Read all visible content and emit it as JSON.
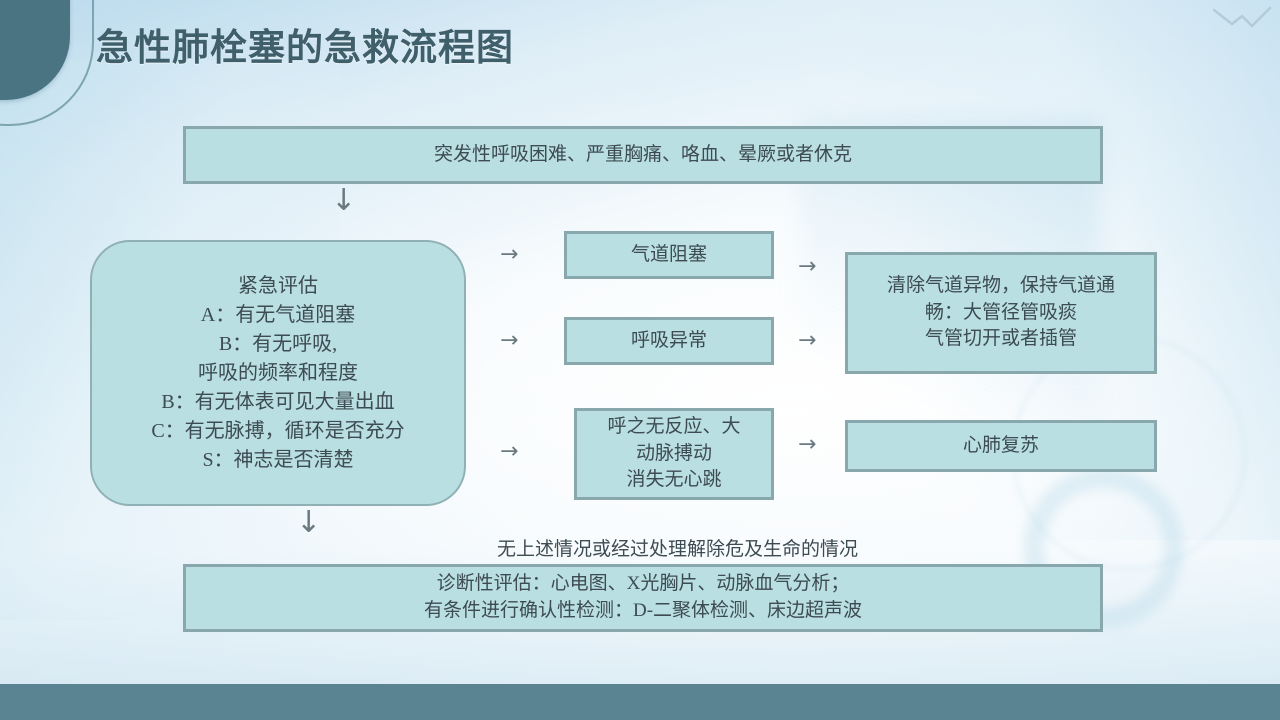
{
  "slide": {
    "title": "急性肺栓塞的急救流程图",
    "accent_dark": "#4a7482",
    "accent_bar": "#5a8492",
    "box_fill": "#b9dfe2",
    "box_border": "#88a8ad",
    "text_color": "#3d4b52",
    "title_color": "#3f5f6b"
  },
  "flow": {
    "symptoms": "突发性呼吸困难、严重胸痛、咯血、晕厥或者休克",
    "assessment": "紧急评估\nA：有无气道阻塞\nB：有无呼吸,\n呼吸的频率和程度\nB：有无体表可见大量出血\nC：有无脉搏，循环是否充分\nS：神志是否清楚",
    "airway": "气道阻塞",
    "breathing": "呼吸异常",
    "arrest": "呼之无反应、大\n动脉搏动\n消失无心跳",
    "airway_treatment": "清除气道异物，保持气道通\n畅：大管径管吸痰\n气管切开或者插管",
    "cpr": "心肺复苏",
    "transition_note": "无上述情况或经过处理解除危及生命的情况",
    "diagnostic": "诊断性评估：心电图、X光胸片、动脉血气分析；\n有条件进行确认性检测：D-二聚体检测、床边超声波"
  },
  "arrows": {
    "down": "↓",
    "right": "→"
  }
}
